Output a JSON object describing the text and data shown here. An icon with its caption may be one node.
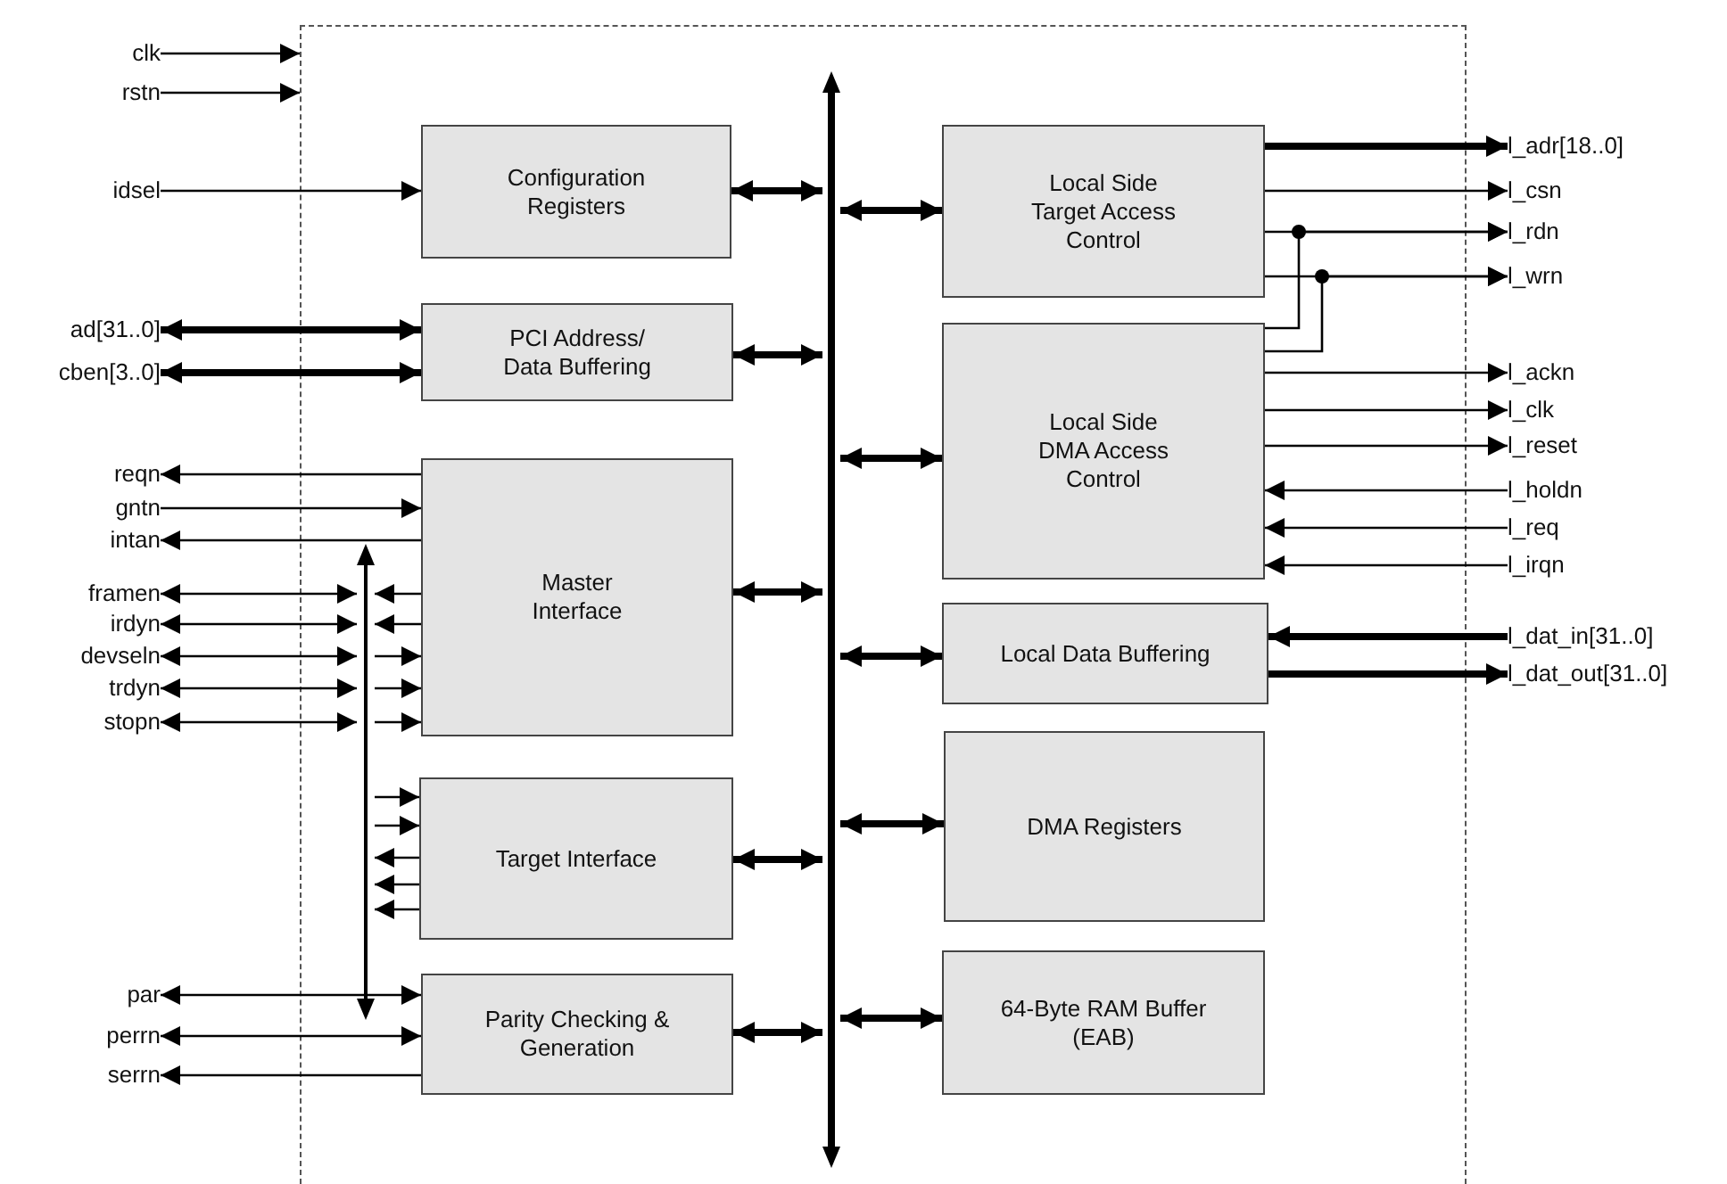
{
  "diagram": {
    "nodes": [
      {
        "text": [],
        "shape": "box"
      },
      {
        "text": [
          "Configuration Registers"
        ],
        "in": 0
      },
      {
        "text": [
          "PCI Address/ Data Buffering"
        ],
        "in": 0
      },
      {
        "text": [
          "Master Interface"
        ],
        "in": 0
      },
      {
        "text": [
          "Target Interface"
        ],
        "in": 0
      },
      {
        "text": [
          "Parity Checking & Generation"
        ],
        "in": 0
      },
      {
        "text": [
          "Local Side Target Access Control"
        ],
        "in": 0
      },
      {
        "text": [
          "Local Side DMA Access Control"
        ],
        "in": 0
      },
      {
        "text": [
          "Local Data Buffering"
        ],
        "in": 0
      },
      {
        "text": [
          "DMA Registers"
        ],
        "in": 0
      },
      {
        "text": [
          "64-Byte RAM Buffer (EAB)"
        ],
        "in": 0
      },
      {
        "text": [],
        "shape": "bar",
        "in": 0
      },
      {
        "text": [],
        "shape": "bar",
        "in": 0
      },
      {
        "text": [
          "clk"
        ]
      },
      {
        "text": [
          "rstn"
        ]
      },
      {
        "text": [
          "idsel"
        ]
      },
      {
        "text": [
          "ad[31..0]"
        ]
      },
      {
        "text": [
          "cben[3..0]"
        ]
      },
      {
        "text": [
          "reqn"
        ]
      },
      {
        "text": [
          "gntn"
        ]
      },
      {
        "text": [
          "intan"
        ]
      },
      {
        "text": [
          "framen"
        ]
      },
      {
        "text": [
          "irdyn"
        ]
      },
      {
        "text": [
          "devseln"
        ]
      },
      {
        "text": [
          "trdyn"
        ]
      },
      {
        "text": [
          "stopn"
        ]
      },
      {
        "text": [
          "par"
        ]
      },
      {
        "text": [
          "perrn"
        ]
      },
      {
        "text": [
          "serrn"
        ]
      },
      {
        "text": [
          "l_adr[18..0]"
        ]
      },
      {
        "text": [
          "l_csn"
        ]
      },
      {
        "text": [
          "l_rdn"
        ]
      },
      {
        "text": [
          "l_wrn"
        ]
      },
      {
        "text": [
          "l_ackn"
        ]
      },
      {
        "text": [
          "l_clk"
        ]
      },
      {
        "text": [
          "l_reset"
        ]
      },
      {
        "text": [
          "l_holdn"
        ]
      },
      {
        "text": [
          "l_req"
        ]
      },
      {
        "text": [
          "l_irqn"
        ]
      },
      {
        "text": [
          "l_dat_in[31..0]"
        ]
      },
      {
        "text": [
          "l_dat_out[31..0]"
        ]
      }
    ],
    "edges": [
      {
        "from": 13,
        "to": 0,
        "arrow": "to"
      },
      {
        "from": 14,
        "to": 0,
        "arrow": "to"
      },
      {
        "from": 15,
        "to": 1,
        "arrow": "to"
      },
      {
        "from": 16,
        "to": 2,
        "arrow": "both",
        "style": "thick"
      },
      {
        "from": 17,
        "to": 2,
        "arrow": "both",
        "style": "thick"
      },
      {
        "from": 3,
        "to": 18,
        "arrow": "to"
      },
      {
        "from": 19,
        "to": 3,
        "arrow": "to"
      },
      {
        "from": 3,
        "to": 20,
        "arrow": "to"
      },
      {
        "from": 21,
        "to": 12,
        "arrow": "both"
      },
      {
        "from": 3,
        "to": 12,
        "arrow": "to"
      },
      {
        "from": 22,
        "to": 12,
        "arrow": "both"
      },
      {
        "from": 3,
        "to": 12,
        "arrow": "to"
      },
      {
        "from": 23,
        "to": 12,
        "arrow": "both"
      },
      {
        "from": 12,
        "to": 3,
        "arrow": "to"
      },
      {
        "from": 24,
        "to": 12,
        "arrow": "both"
      },
      {
        "from": 12,
        "to": 3,
        "arrow": "to"
      },
      {
        "from": 25,
        "to": 12,
        "arrow": "both"
      },
      {
        "from": 12,
        "to": 3,
        "arrow": "to"
      },
      {
        "from": 12,
        "to": 4,
        "arrow": "to"
      },
      {
        "from": 12,
        "to": 4,
        "arrow": "to"
      },
      {
        "from": 4,
        "to": 12,
        "arrow": "to"
      },
      {
        "from": 4,
        "to": 12,
        "arrow": "to"
      },
      {
        "from": 4,
        "to": 12,
        "arrow": "to"
      },
      {
        "from": 26,
        "to": 5,
        "arrow": "both"
      },
      {
        "from": 27,
        "to": 5,
        "arrow": "both"
      },
      {
        "from": 5,
        "to": 28,
        "arrow": "to"
      },
      {
        "from": 1,
        "to": 11,
        "arrow": "both",
        "style": "thick"
      },
      {
        "from": 2,
        "to": 11,
        "arrow": "both",
        "style": "thick"
      },
      {
        "from": 3,
        "to": 11,
        "arrow": "both",
        "style": "thick"
      },
      {
        "from": 4,
        "to": 11,
        "arrow": "both",
        "style": "thick"
      },
      {
        "from": 5,
        "to": 11,
        "arrow": "both",
        "style": "thick"
      },
      {
        "from": 6,
        "to": 11,
        "arrow": "both",
        "style": "thick"
      },
      {
        "from": 7,
        "to": 11,
        "arrow": "both",
        "style": "thick"
      },
      {
        "from": 8,
        "to": 11,
        "arrow": "both",
        "style": "thick"
      },
      {
        "from": 9,
        "to": 11,
        "arrow": "both",
        "style": "thick"
      },
      {
        "from": 10,
        "to": 11,
        "arrow": "both",
        "style": "thick"
      },
      {
        "from": 6,
        "to": 29,
        "arrow": "to",
        "style": "thick"
      },
      {
        "from": 6,
        "to": 30,
        "arrow": "to"
      },
      {
        "from": 6,
        "to": 31,
        "arrow": "to"
      },
      {
        "from": 6,
        "to": 32,
        "arrow": "to"
      },
      {
        "from": 7,
        "to": 31,
        "arrow": "to"
      },
      {
        "from": 7,
        "to": 32,
        "arrow": "to"
      },
      {
        "from": 7,
        "to": 33,
        "arrow": "to"
      },
      {
        "from": 7,
        "to": 34,
        "arrow": "to"
      },
      {
        "from": 7,
        "to": 35,
        "arrow": "to"
      },
      {
        "from": 36,
        "to": 7,
        "arrow": "to"
      },
      {
        "from": 37,
        "to": 7,
        "arrow": "to"
      },
      {
        "from": 38,
        "to": 7,
        "arrow": "to"
      },
      {
        "from": 39,
        "to": 8,
        "arrow": "to",
        "style": "thick"
      },
      {
        "from": 8,
        "to": 40,
        "arrow": "to",
        "style": "thick"
      }
    ]
  }
}
